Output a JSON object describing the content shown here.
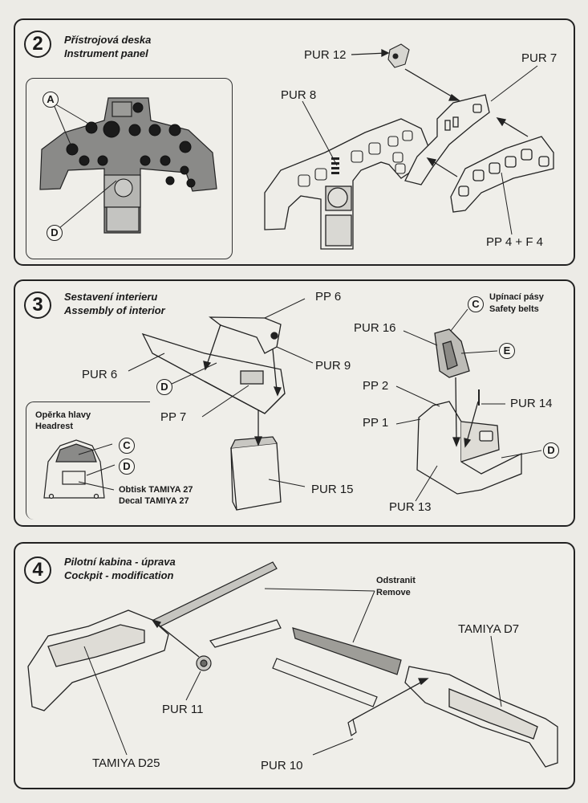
{
  "step2": {
    "number": "2",
    "title_cz": "Přístrojová deska",
    "title_en": "Instrument panel",
    "labels": {
      "pur12": "PUR 12",
      "pur7": "PUR 7",
      "pur8": "PUR 8",
      "pp4f4": "PP 4 + F 4",
      "a": "A",
      "d": "D"
    }
  },
  "step3": {
    "number": "3",
    "title_cz": "Sestavení interieru",
    "title_en": "Assembly of interior",
    "labels": {
      "pp6": "PP 6",
      "pur9": "PUR 9",
      "pur6": "PUR 6",
      "pp7": "PP 7",
      "pur15": "PUR 15",
      "pur16": "PUR 16",
      "pp2": "PP 2",
      "pp1": "PP 1",
      "pur13": "PUR 13",
      "pur14": "PUR 14",
      "belts_cz": "Upínací pásy",
      "belts_en": "Safety belts",
      "c": "C",
      "d": "D",
      "e": "E"
    },
    "inset": {
      "title_cz": "Opěrka hlavy",
      "title_en": "Headrest",
      "c": "C",
      "d": "D",
      "decal_cz": "Obtisk TAMIYA 27",
      "decal_en": "Decal TAMIYA 27"
    }
  },
  "step4": {
    "number": "4",
    "title_cz": "Pilotní kabina - úprava",
    "title_en": "Cockpit - modification",
    "labels": {
      "remove_cz": "Odstranit",
      "remove_en": "Remove",
      "tamiya_d7": "TAMIYA  D7",
      "pur11": "PUR 11",
      "tamiya_d25": "TAMIYA  D25",
      "pur10": "PUR 10"
    }
  }
}
